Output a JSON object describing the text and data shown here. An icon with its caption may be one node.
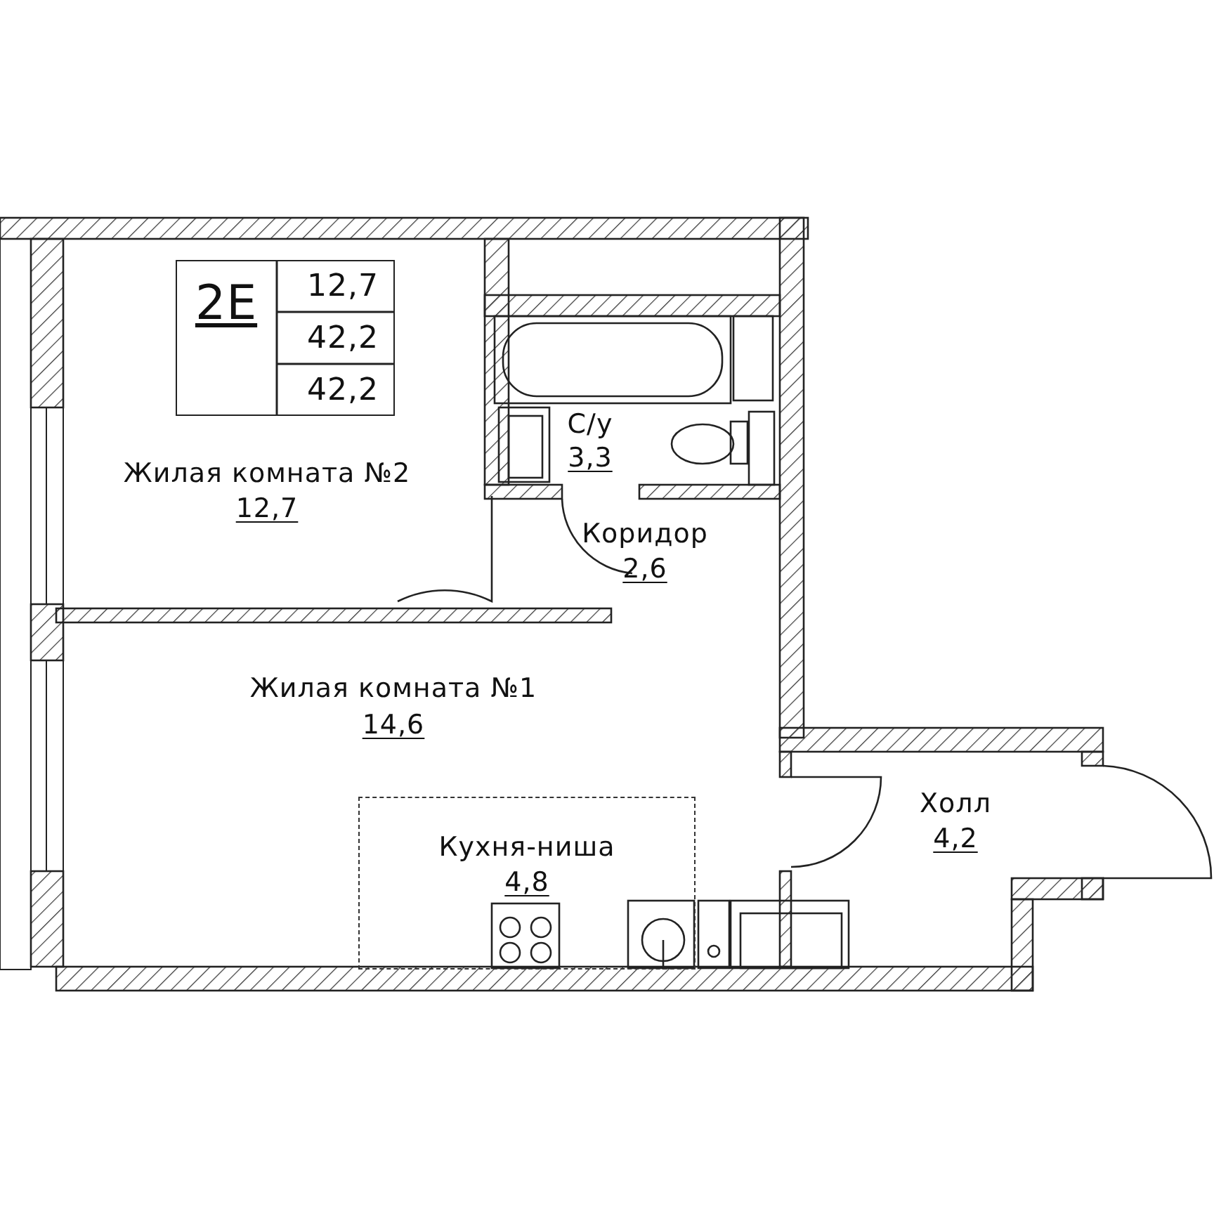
{
  "diagram": {
    "nodes": [
      {
        "text": [
          "2E",
          "12,7",
          "42,2",
          "42,2"
        ]
      },
      {
        "text": [
          "Кухня-ниша",
          "4,8"
        ]
      }
    ],
    "edges": [],
    "labels": [
      "Жилая комната №2",
      "12,7",
      "С/у",
      "3,3",
      "Коридор",
      "2,6",
      "Жилая комната №1",
      "14,6",
      "Холл",
      "4,2"
    ]
  }
}
